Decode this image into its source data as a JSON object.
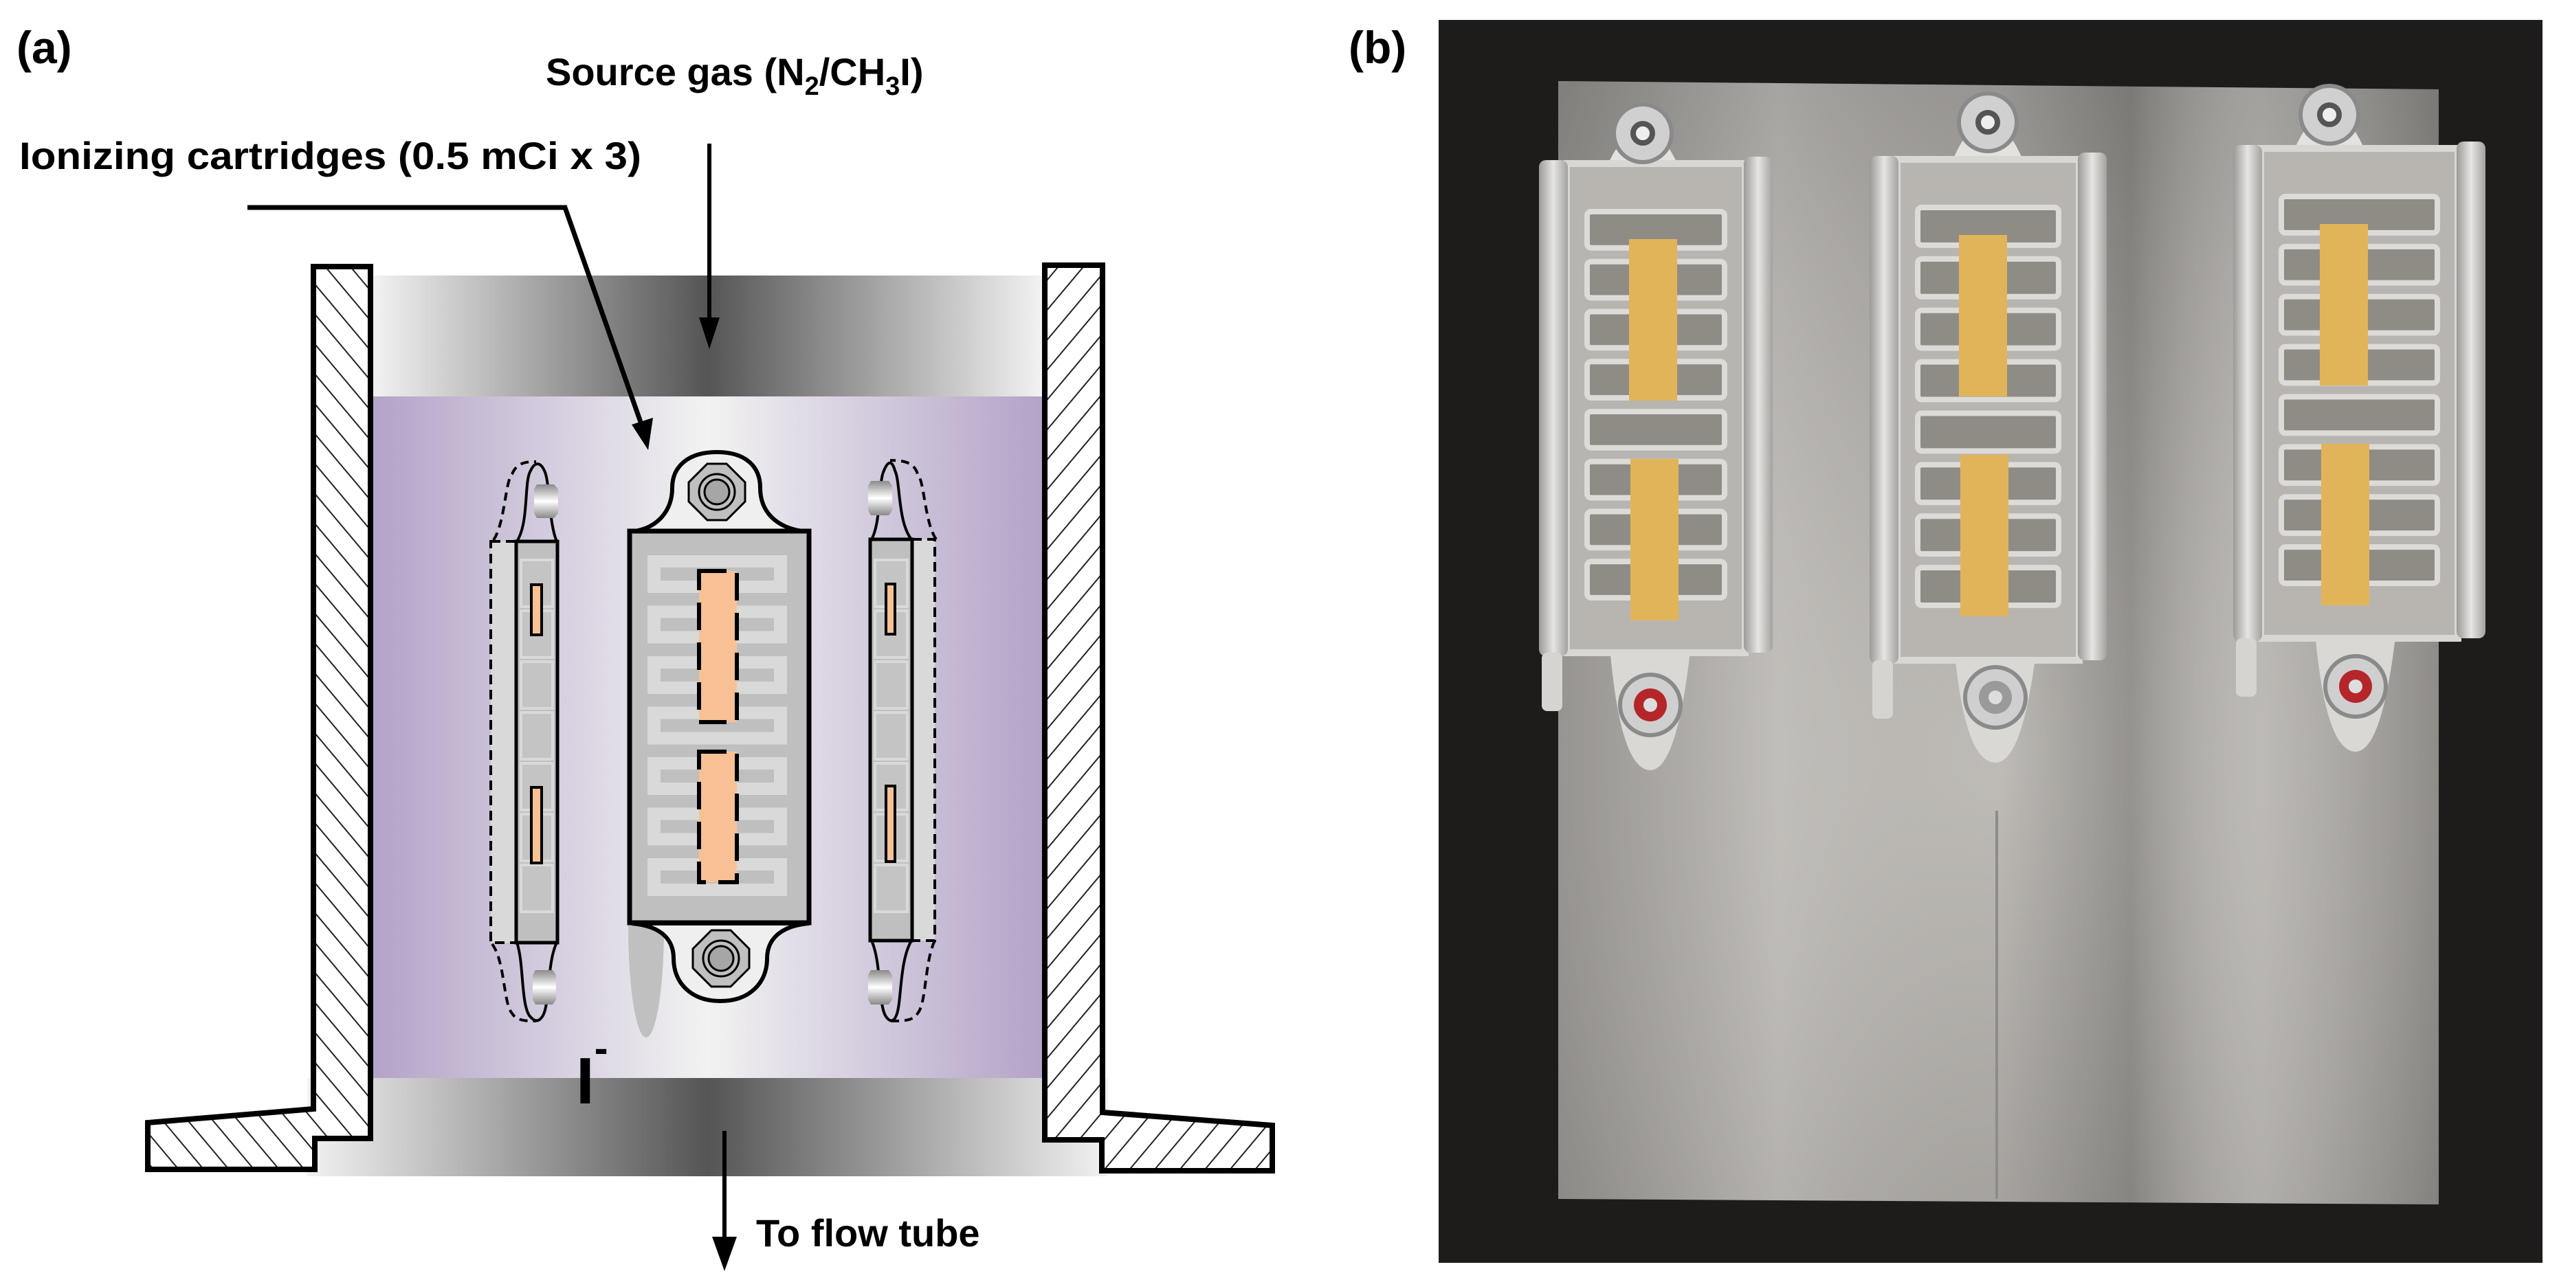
{
  "figure": {
    "panel_a": {
      "label": "(a)",
      "title": "Ion source schematic",
      "labels": {
        "source_gas_prefix": "Source gas (N",
        "source_gas_sub1": "2",
        "source_gas_mid": "/CH",
        "source_gas_sub2": "3",
        "source_gas_suffix": "I)",
        "ionizing_cartridges": "Ionizing cartridges (0.5 mCi x 3)",
        "ion": "I",
        "ion_charge": "-",
        "outlet": "To flow tube"
      },
      "colors": {
        "ion_region": "#b3a3c8",
        "ion_region_center": "#f2f2f2",
        "tube_dark": "#555555",
        "tube_light": "#f0f0f0",
        "cartridge_body": "#bfbfbf",
        "cartridge_slat": "#d9d9d9",
        "source_strip": "#f8c195"
      },
      "cartridge_count": 3,
      "strips_per_cartridge": 2
    },
    "panel_b": {
      "label": "(b)",
      "title": "Photograph of three ionizing cartridges on metal foil",
      "colors": {
        "background": "#1e1c1b",
        "foil": "#b9b6b1",
        "frame": "#cfcfcf",
        "source_strip": "#e2b45a",
        "red_nut": "#b5262a"
      },
      "cartridges": [
        {
          "name": "left",
          "bottom_nut": "red"
        },
        {
          "name": "middle",
          "bottom_nut": "silver"
        },
        {
          "name": "right",
          "bottom_nut": "red"
        }
      ]
    }
  }
}
